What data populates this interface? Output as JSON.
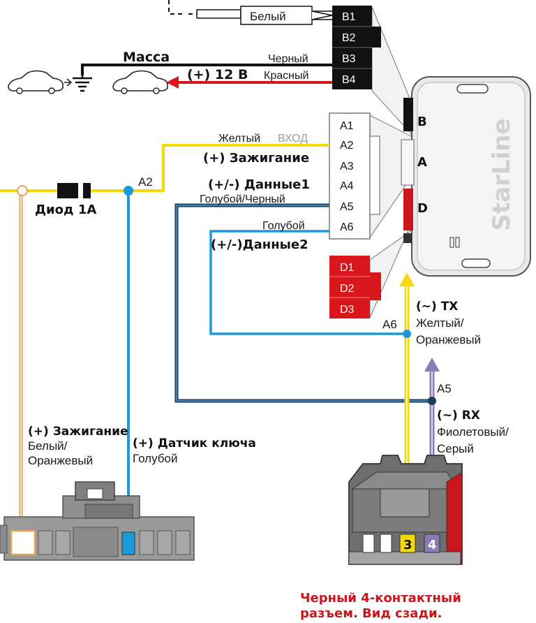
{
  "colors": {
    "yellow": "#f5d90a",
    "blue": "#1a9ad8",
    "navy": "#1b3a5c",
    "red": "#d9161c",
    "violet": "#8a7ab8",
    "orange": "#e8a154",
    "black": "#111111",
    "dark_red": "#c8161c",
    "module_grey": "#e8e8e8"
  },
  "labels": {
    "bely": "Белый",
    "massa": "Масса",
    "cherny": "Черный",
    "plus12": "(+) 12 В",
    "krasny": "Красный",
    "zhelty": "Желтый",
    "vhod": "ВХОД",
    "zazhiganie": "(+) Зажигание",
    "a2": "A2",
    "dannye1": "(+/-) Данные1",
    "goluboy_cherny": "Голубой/Черный",
    "goluboy": "Голубой",
    "dannye2": "(+/-)Данные2",
    "diod": "Диод 1A",
    "tx": "(~) TX",
    "tx_color1": "Желтый/",
    "tx_color2": "Оранжевый",
    "a6": "A6",
    "a5": "A5",
    "rx": "(~) RX",
    "rx_color1": "Фиолетовый/",
    "rx_color2": "Серый",
    "ign2": "(+) Зажигание",
    "ign2_color1": "Белый/",
    "ign2_color2": "Оранжевый",
    "key_sensor": "(+) Датчик ключа",
    "key_sensor_color": "Голубой",
    "connector_caption1": "Черный 4-контактный",
    "connector_caption2": "разъем. Вид сзади.",
    "module_brand": "StarLine",
    "port_b": "B",
    "port_a": "A",
    "port_d": "D",
    "pin3": "3",
    "pin4": "4"
  },
  "pins": {
    "b": [
      "B1",
      "B2",
      "B3",
      "B4"
    ],
    "a": [
      "A1",
      "A2",
      "A3",
      "A4",
      "A5",
      "A6"
    ],
    "d": [
      "D1",
      "D2",
      "D3"
    ]
  }
}
